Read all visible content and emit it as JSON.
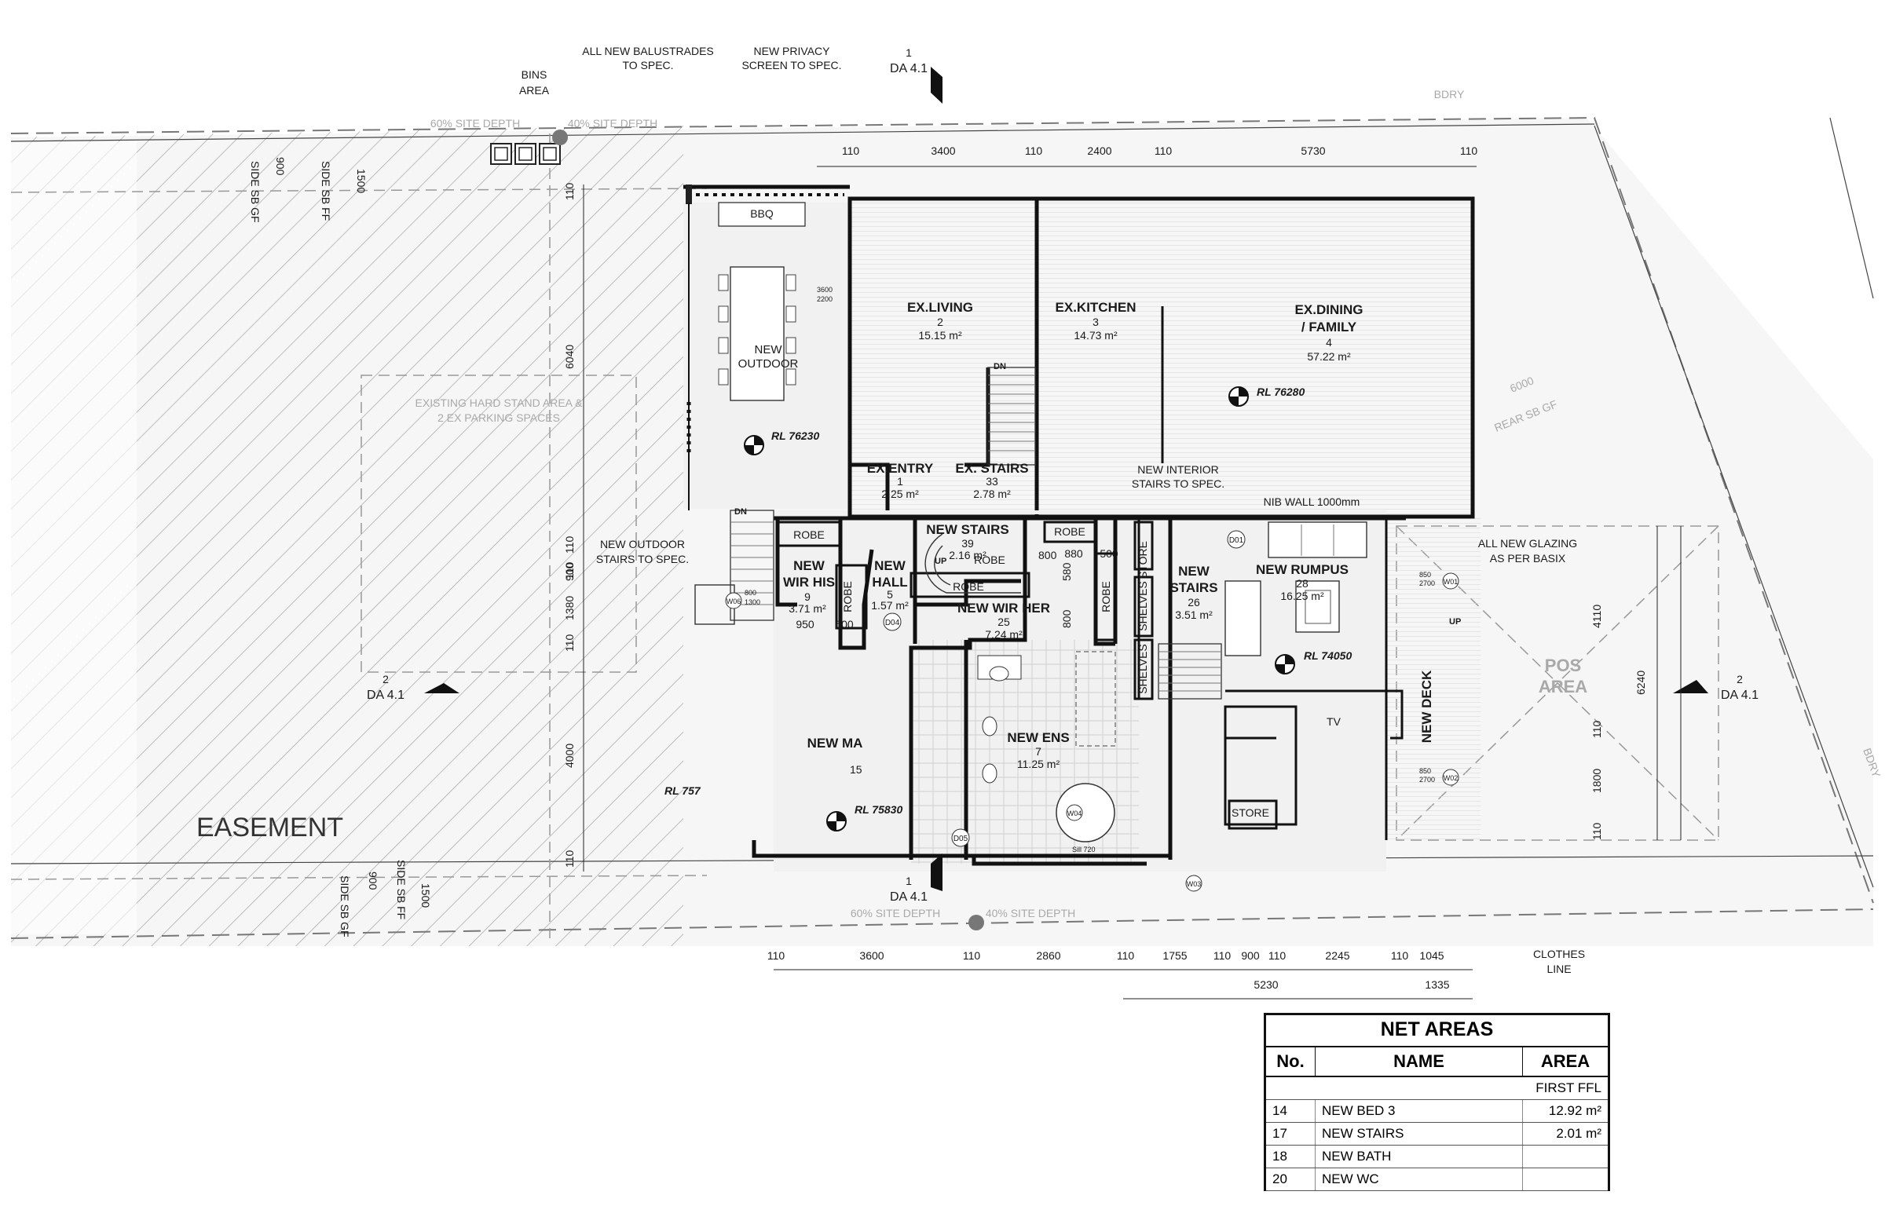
{
  "boundary": {
    "top_label": "BDRY",
    "right_label": "BDRY"
  },
  "notes": {
    "bins_area": [
      "BINS",
      "AREA"
    ],
    "balustrades": [
      "ALL NEW BALUSTRADES",
      "TO SPEC."
    ],
    "privacy_screen": [
      "NEW PRIVACY",
      "SCREEN TO SPEC."
    ],
    "outdoor_stairs": [
      "NEW OUTDOOR",
      "STAIRS TO SPEC."
    ],
    "interior_stairs": [
      "NEW INTERIOR",
      "STAIRS TO SPEC."
    ],
    "nib_wall": "NIB WALL 1000mm",
    "glazing": [
      "ALL NEW GLAZING",
      "AS PER BASIX"
    ],
    "clothes_line": [
      "CLOTHES",
      "LINE"
    ],
    "hardstand": [
      "EXISTING HARD STAND AREA &",
      "2 EX PARKING SPACES"
    ],
    "pos_area": [
      "POS",
      "AREA"
    ],
    "new_deck": "NEW DECK",
    "easement": "EASEMENT",
    "site_depth_60": "60% SITE DEPTH",
    "site_depth_40": "40% SITE DEPTH",
    "rear_sb": "REAR SB GF",
    "rear_sb_dim": "6000",
    "side_sb_gf": "SIDE SB GF",
    "side_sb_ff": "SIDE SB FF",
    "bbq": "BBQ",
    "tv": "TV",
    "dn": "DN",
    "up": "UP"
  },
  "section_markers": {
    "top": [
      "1",
      "DA 4.1"
    ],
    "bottom": [
      "1",
      "DA 4.1"
    ],
    "left": [
      "2",
      "DA 4.1"
    ],
    "right": [
      "2",
      "DA 4.1"
    ]
  },
  "rooms": {
    "ex_living": {
      "name": "EX.LIVING",
      "num": "2",
      "area": "15.15 m²"
    },
    "ex_kitchen": {
      "name": "EX.KITCHEN",
      "num": "3",
      "area": "14.73 m²"
    },
    "ex_dining": {
      "name": [
        "EX.DINING",
        "/ FAMILY"
      ],
      "num": "4",
      "area": "57.22 m²"
    },
    "new_outdoor": {
      "name": [
        "NEW",
        "OUTDOOR"
      ]
    },
    "ex_entry": {
      "name": "EX.ENTRY",
      "num": "1",
      "area": "2.25 m²"
    },
    "ex_stairs": {
      "name": "EX. STAIRS",
      "num": "33",
      "area": "2.78 m²"
    },
    "new_stairs_39": {
      "name": "NEW STAIRS",
      "num": "39",
      "area": "2.16 m²"
    },
    "new_wir_his": {
      "name": [
        "NEW",
        "WIR HIS"
      ],
      "num": "9",
      "area": "3.71 m²"
    },
    "new_hall": {
      "name": [
        "NEW",
        "HALL"
      ],
      "num": "5",
      "area": "1.57 m²"
    },
    "new_wir_her": {
      "name": "NEW WIR HER",
      "num": "25",
      "area": "7.24 m²"
    },
    "new_stairs_26": {
      "name": [
        "NEW",
        "STAIRS"
      ],
      "num": "26",
      "area": "3.51 m²"
    },
    "new_rumpus": {
      "name": "NEW RUMPUS",
      "num": "28",
      "area": "16.25 m²"
    },
    "new_ens": {
      "name": "NEW ENS",
      "num": "7",
      "area": "11.25 m²"
    },
    "new_master": {
      "name": "NEW MA",
      "area_partial": "15"
    },
    "robe": "ROBE",
    "store": "STORE",
    "shelves": "SHELVES"
  },
  "levels": {
    "outdoor": "RL 76230",
    "dining": "RL 76280",
    "rumpus": "RL 74050",
    "master": "RL 75830",
    "left_partial": "RL 757"
  },
  "tags": {
    "d01": "D01",
    "d04": "D04",
    "d05": "D05",
    "w04": "W04",
    "w03": "W03",
    "w02": "W02",
    "w01": "W01",
    "w06": "W06",
    "w_3600_2200": [
      "3600",
      "2200"
    ],
    "w_800_1300": [
      "800",
      "1300"
    ],
    "w_850_2700a": [
      "850",
      "2700"
    ],
    "w_850_2700b": [
      "850",
      "2700"
    ],
    "sill_720": "Sill 720"
  },
  "dimensions": {
    "top": [
      "110",
      "3400",
      "110",
      "2400",
      "110",
      "5730",
      "110"
    ],
    "bottom": [
      "110",
      "3600",
      "110",
      "2860",
      "110",
      "1755",
      "110",
      "900",
      "110",
      "2245",
      "110",
      "1045"
    ],
    "bottom_second": [
      "5230",
      "1335"
    ],
    "left_vertical": [
      "110",
      "6040",
      "110",
      "900",
      "110",
      "1380",
      "110",
      "4000",
      "110"
    ],
    "right_vertical": [
      "4110",
      "110",
      "1800",
      "110"
    ],
    "right_overall": "6240",
    "side_top": [
      "900",
      "1500"
    ],
    "side_bottom": [
      "900",
      "1500"
    ],
    "interior": [
      "880",
      "500",
      "580",
      "800",
      "950",
      "600",
      "800"
    ]
  },
  "net_areas": {
    "title": "NET AREAS",
    "headers": [
      "No.",
      "NAME",
      "AREA"
    ],
    "group": "FIRST FFL",
    "rows": [
      {
        "no": "14",
        "name": "NEW BED 3",
        "area": "12.92 m²"
      },
      {
        "no": "17",
        "name": "NEW STAIRS",
        "area": "2.01 m²"
      },
      {
        "no": "18",
        "name": "NEW BATH",
        "area": ""
      },
      {
        "no": "20",
        "name": "NEW  WC",
        "area": ""
      }
    ]
  }
}
